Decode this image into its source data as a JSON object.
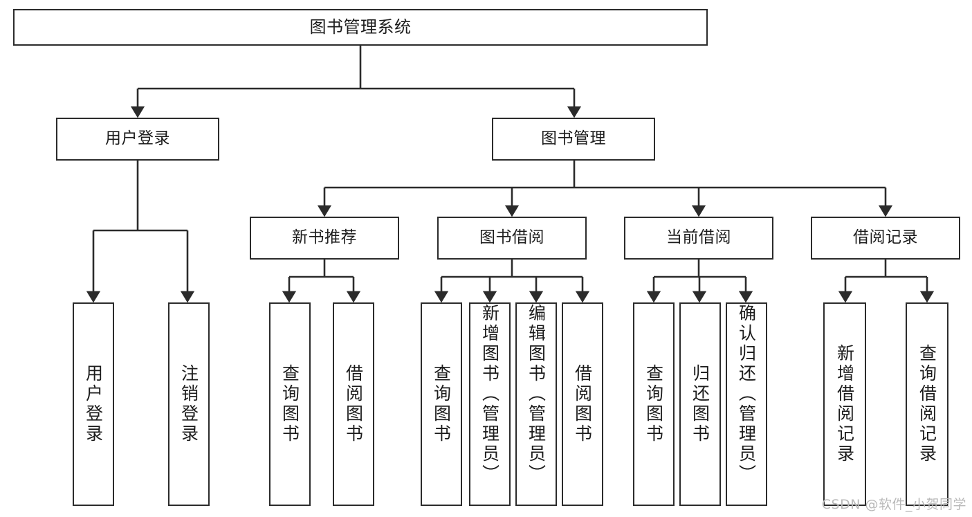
{
  "diagram": {
    "title": "图书管理系统",
    "type": "tree-hierarchy",
    "levels": 4,
    "colors": {
      "box_border": "#2b2b2b",
      "box_fill": "#ffffff",
      "edge": "#2b2b2b",
      "text": "#1c1c1c",
      "watermark": "#b9b9b9",
      "background": "#ffffff"
    },
    "root": {
      "label": "图书管理系统"
    },
    "level2": [
      {
        "label": "用户登录"
      },
      {
        "label": "图书管理"
      }
    ],
    "level3": [
      {
        "label": "新书推荐"
      },
      {
        "label": "图书借阅"
      },
      {
        "label": "当前借阅"
      },
      {
        "label": "借阅记录"
      }
    ],
    "leaves": {
      "user_login": [
        {
          "label": "用户登录"
        },
        {
          "label": "注销登录"
        }
      ],
      "new_book": [
        {
          "label": "查询图书"
        },
        {
          "label": "借阅图书"
        }
      ],
      "book_borrow": [
        {
          "label": "查询图书"
        },
        {
          "label": "新增图书（管理员）"
        },
        {
          "label": "编辑图书（管理员）"
        },
        {
          "label": "借阅图书"
        }
      ],
      "current_borrow": [
        {
          "label": "查询图书"
        },
        {
          "label": "归还图书"
        },
        {
          "label": "确认归还（管理员）"
        }
      ],
      "borrow_record": [
        {
          "label": "新增借阅记录"
        },
        {
          "label": "查询借阅记录"
        }
      ]
    }
  },
  "watermark": {
    "text": "CSDN @软件_小贺同学"
  }
}
